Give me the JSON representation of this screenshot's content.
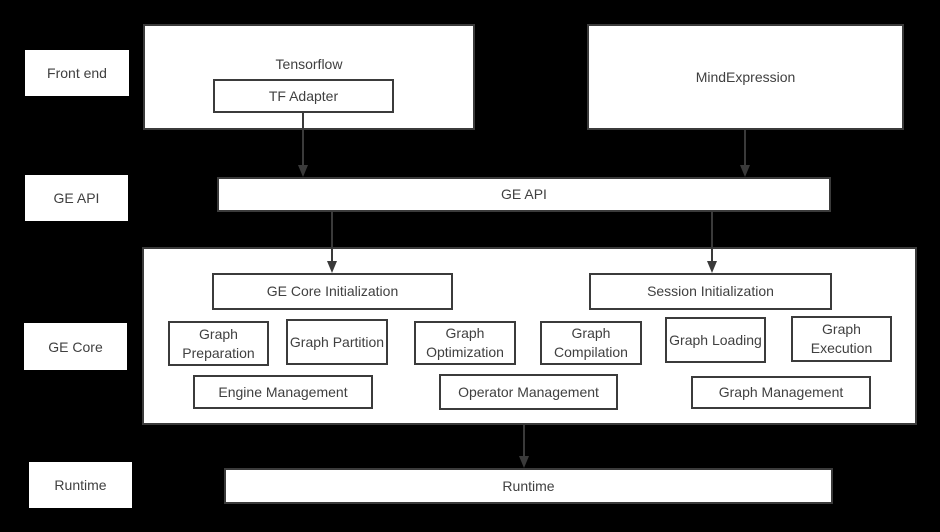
{
  "colors": {
    "background": "#000000",
    "panel": "#ffffff",
    "border": "#3b3b3b",
    "text": "#404040",
    "arrow": "#3a3a3a"
  },
  "rail": {
    "items": [
      {
        "label": "Front end"
      },
      {
        "label": "GE API"
      },
      {
        "label": "GE Core"
      },
      {
        "label": "Runtime"
      }
    ]
  },
  "frontend": {
    "tensorflow_label": "Tensorflow",
    "tf_adapter_label": "TF Adapter",
    "mindexpression_label": "MindExpression"
  },
  "ge_api": {
    "label": "GE API"
  },
  "ge_core": {
    "init": [
      {
        "label": "GE Core Initialization"
      },
      {
        "label": "Session Initialization"
      }
    ],
    "modules": [
      "Graph Preparation",
      "Graph Partition",
      "Graph Optimization",
      "Graph Compilation",
      "Graph Loading",
      "Graph Execution"
    ],
    "management": [
      "Engine Management",
      "Operator Management",
      "Graph Management"
    ]
  },
  "runtime": {
    "label": "Runtime"
  }
}
